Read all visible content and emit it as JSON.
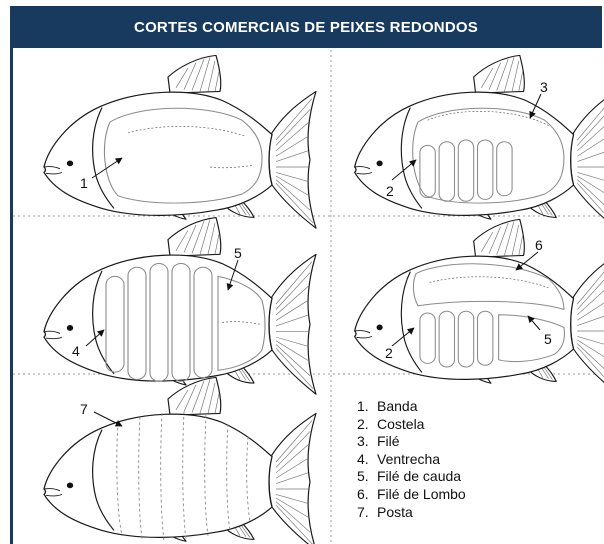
{
  "header": {
    "title": "CORTES COMERCIAIS DE PEIXES REDONDOS"
  },
  "panels": [
    {
      "labels": [
        "1"
      ]
    },
    {
      "labels": [
        "3",
        "2"
      ]
    },
    {
      "labels": [
        "5",
        "4"
      ]
    },
    {
      "labels": [
        "6",
        "2",
        "5"
      ]
    },
    {
      "labels": [
        "7"
      ]
    }
  ],
  "legend": [
    {
      "num": "1.",
      "text": "Banda"
    },
    {
      "num": "2.",
      "text": "Costela"
    },
    {
      "num": "3.",
      "text": "Filé"
    },
    {
      "num": "4.",
      "text": "Ventrecha"
    },
    {
      "num": "5.",
      "text": "Filé de cauda"
    },
    {
      "num": "6.",
      "text": "Filé de Lombo"
    },
    {
      "num": "7.",
      "text": "Posta"
    }
  ],
  "colors": {
    "header": "#173a5e",
    "stroke": "#1a1a1a",
    "inner": "#8a8a8a",
    "divider": "#9a9a9a"
  }
}
